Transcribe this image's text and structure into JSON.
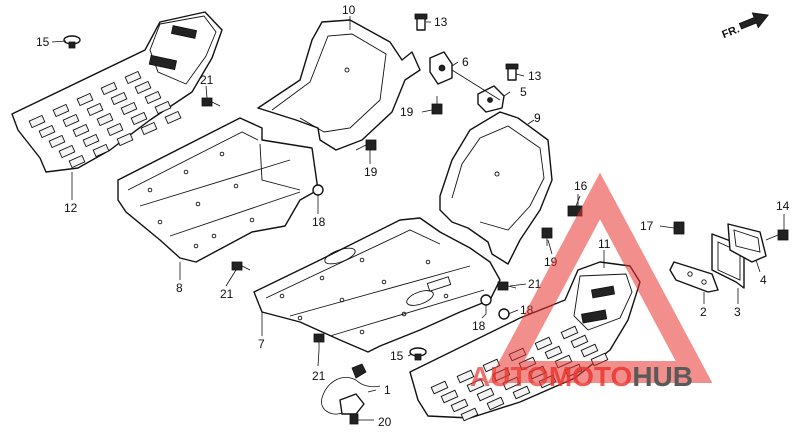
{
  "direction": {
    "label": "FR."
  },
  "callouts": [
    {
      "id": "c1",
      "text": "1"
    },
    {
      "id": "c2",
      "text": "2"
    },
    {
      "id": "c3",
      "text": "3"
    },
    {
      "id": "c4",
      "text": "4"
    },
    {
      "id": "c5",
      "text": "5"
    },
    {
      "id": "c6",
      "text": "6"
    },
    {
      "id": "c7",
      "text": "7"
    },
    {
      "id": "c8",
      "text": "8"
    },
    {
      "id": "c9",
      "text": "9"
    },
    {
      "id": "c10",
      "text": "10"
    },
    {
      "id": "c11",
      "text": "11"
    },
    {
      "id": "c12",
      "text": "12"
    },
    {
      "id": "c13a",
      "text": "13"
    },
    {
      "id": "c13b",
      "text": "13"
    },
    {
      "id": "c14",
      "text": "14"
    },
    {
      "id": "c15a",
      "text": "15"
    },
    {
      "id": "c15b",
      "text": "15"
    },
    {
      "id": "c16",
      "text": "16"
    },
    {
      "id": "c17",
      "text": "17"
    },
    {
      "id": "c18a",
      "text": "18"
    },
    {
      "id": "c18b",
      "text": "18"
    },
    {
      "id": "c19a",
      "text": "19"
    },
    {
      "id": "c19b",
      "text": "19"
    },
    {
      "id": "c19c",
      "text": "19"
    },
    {
      "id": "c20",
      "text": "20"
    },
    {
      "id": "c21a",
      "text": "21"
    },
    {
      "id": "c21b",
      "text": "21"
    },
    {
      "id": "c21c",
      "text": "21"
    },
    {
      "id": "c21d",
      "text": "21"
    }
  ],
  "watermark": {
    "brand_a": "AUTO",
    "brand_b": "MOTO",
    "brand_c": "HUB",
    "color_main": "#e8322c",
    "color_dark": "#5a5a5a"
  }
}
